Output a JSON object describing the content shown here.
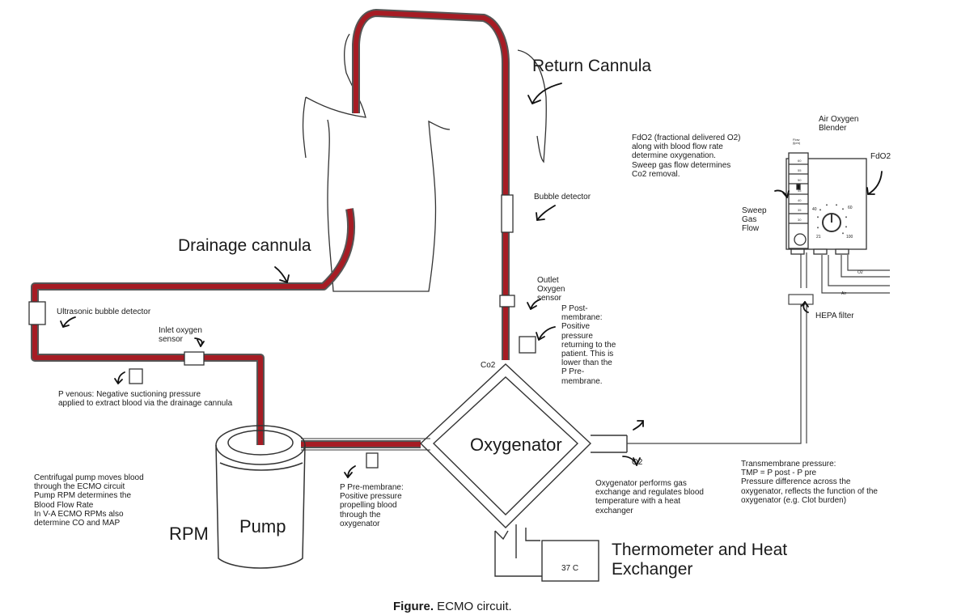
{
  "labels": {
    "return_cannula": "Return Cannula",
    "drainage_cannula": "Drainage cannula",
    "bubble_detector": "Bubble detector",
    "outlet_sensor": "Outlet\nOxygen\nsensor",
    "p_post": "P Post-\nmembrane:\nPositive\npressure\nreturning to the\npatient. This is\nlower than the\nP Pre-\nmembrane.",
    "co2": "Co2",
    "o2": "O2",
    "ultrasonic": "Ultrasonic bubble detector",
    "inlet_sensor": "Inlet oxygen\nsensor",
    "p_venous": "P venous: Negative suctioning pressure\napplied to extract blood via the drainage cannula",
    "oxygenator": "Oxygenator",
    "oxygenator_desc": "Oxygenator performs gas\nexchange and regulates blood\ntemperature with a heat\nexchanger",
    "p_pre": "P Pre-membrane:\nPositive pressure\npropelling blood\nthrough the\noxygenator",
    "pump": "Pump",
    "rpm": "RPM",
    "centrifugal": "Centrifugal pump moves blood\nthrough the ECMO circuit\nPump RPM determines the\nBlood Flow Rate\nIn V-A ECMO RPMs also\ndetermine CO and MAP",
    "thermo": "Thermometer and Heat\nExchanger",
    "temp": "37 C",
    "fdo2_desc": "FdO2 (fractional delivered O2)\nalong with blood flow rate\ndetermine oxygenation.\nSweep gas flow determines\nCo2 removal.",
    "air_oxygen_blender": "Air Oxygen\nBlender",
    "fdo2": "FdO2",
    "sweep": "Sweep\nGas\nFlow",
    "hepa": "HEPA filter",
    "transmembrane": "Transmembrane pressure:\nTMP = P post - P pre\nPressure difference across the\noxygenator, reflects the function of the\noxygenator (e.g. Clot burden)",
    "gas_o2": "O2",
    "gas_air": "Air",
    "flow_unit": "Flow\n(lpm)",
    "flow_ticks": [
      "60",
      "55",
      "50",
      "45",
      "40",
      "35",
      "30"
    ],
    "dial_21": "21",
    "dial_40": "40",
    "dial_60": "60",
    "dial_100": "100"
  },
  "caption": {
    "figure": "Figure.",
    "text": " ECMO circuit."
  },
  "colors": {
    "blood": "#a61c24",
    "line": "#333333"
  }
}
